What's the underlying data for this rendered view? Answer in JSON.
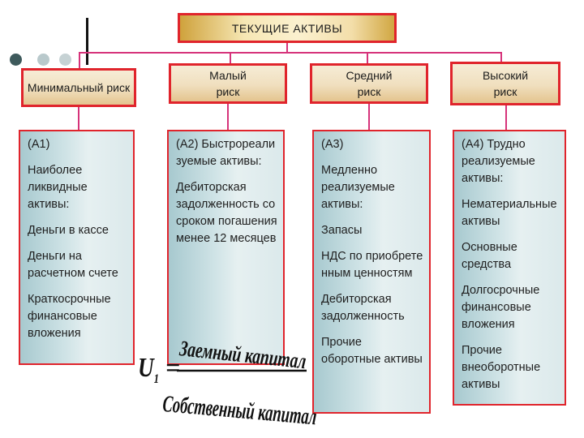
{
  "title": "ТЕКУЩИЕ АКТИВЫ",
  "risk_levels": [
    {
      "label": "Минимальный риск"
    },
    {
      "label": "Малый риск"
    },
    {
      "label": "Средний риск"
    },
    {
      "label": "Высокий риск"
    }
  ],
  "columns": [
    {
      "items": [
        "(А1)",
        "Наиболее ликвидные активы:",
        "Деньги в кассе",
        "Деньги на расчетном счете",
        "Краткосрочные финансовые вложения"
      ]
    },
    {
      "items": [
        "(А2) Быстрореализуемые активы:",
        "Дебиторская задолженность со сроком погашения менее 12 месяцев"
      ]
    },
    {
      "items": [
        "(А3)",
        "Медленно реализуемые активы:",
        "Запасы",
        "НДС по приобретенным ценностям",
        "Дебиторская задолженность",
        "Прочие оборотные активы"
      ]
    },
    {
      "items": [
        "(А4) Трудно реализуемые активы:",
        "Нематериальные активы",
        "Основные средства",
        "Долгосрочные финансовые вложения",
        "Прочие внеоборотные активы"
      ]
    }
  ],
  "formula": {
    "lhs": "U",
    "subscript": "1",
    "equals": "=",
    "numerator": "Заемный капитал",
    "denominator": "Собственный капитал"
  },
  "colors": {
    "border_red": "#e0242c",
    "connector": "#d6337a",
    "column_fill": "#cfe3e6",
    "risk_fill": "#f0dfbe",
    "title_fill": "#f6e7b4"
  }
}
